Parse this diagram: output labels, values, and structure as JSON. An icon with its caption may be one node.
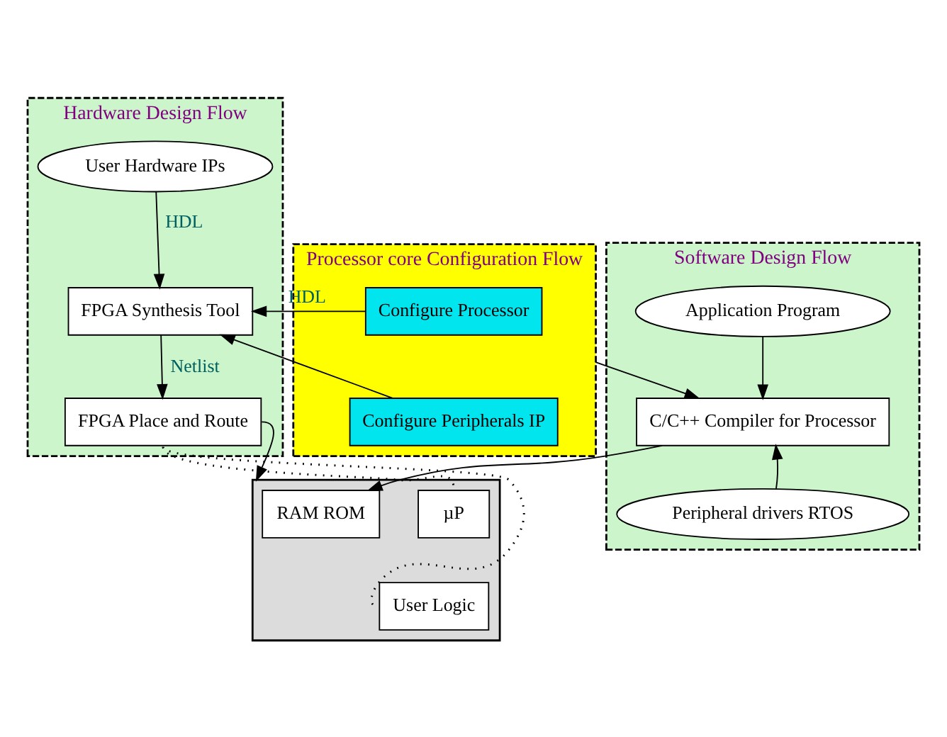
{
  "diagram": {
    "nodes": [
      {
        "text": [
          "Hardware Design Flow"
        ]
      },
      {
        "text": [
          "User Hardware IPs"
        ],
        "in": 0
      },
      {
        "text": [
          "FPGA Synthesis Tool"
        ],
        "in": 0
      },
      {
        "text": [
          "FPGA Place and Route"
        ],
        "in": 0
      },
      {
        "text": [
          "Processor core Configuration Flow"
        ]
      },
      {
        "text": [
          "Configure Processor"
        ],
        "in": 4
      },
      {
        "text": [
          "Configure Peripherals IP"
        ],
        "in": 4
      },
      {
        "text": [
          "Software Design Flow"
        ]
      },
      {
        "text": [
          "Application Program"
        ],
        "in": 7
      },
      {
        "text": [
          "C/C++ Compiler for Processor"
        ],
        "in": 7
      },
      {
        "text": [
          "Peripheral drivers RTOS"
        ],
        "in": 7
      },
      {
        "text": [],
        "shape": "box"
      },
      {
        "text": [
          "µP"
        ],
        "in": 11
      },
      {
        "text": [
          "RAM ROM"
        ],
        "in": 11
      },
      {
        "text": [
          "User Logic"
        ],
        "in": 11
      }
    ],
    "edges": [
      {
        "from": 1,
        "to": 2,
        "arrow": "to",
        "label": "HDL"
      },
      {
        "from": 5,
        "to": 2,
        "arrow": "to",
        "label": "HDL"
      },
      {
        "from": 6,
        "to": 2,
        "arrow": "to"
      },
      {
        "from": 2,
        "to": 3,
        "arrow": "to",
        "label": "Netlist"
      },
      {
        "from": 3,
        "to": 11,
        "arrow": "to"
      },
      {
        "from": 3,
        "to": 12,
        "arrow": "none",
        "style": "dashed"
      },
      {
        "from": 3,
        "to": 14,
        "arrow": "none",
        "style": "dashed"
      },
      {
        "from": 4,
        "to": 9,
        "arrow": "to"
      },
      {
        "from": 8,
        "to": 9,
        "arrow": "to"
      },
      {
        "from": 10,
        "to": 9,
        "arrow": "to"
      },
      {
        "from": 9,
        "to": 13,
        "arrow": "to"
      }
    ]
  }
}
